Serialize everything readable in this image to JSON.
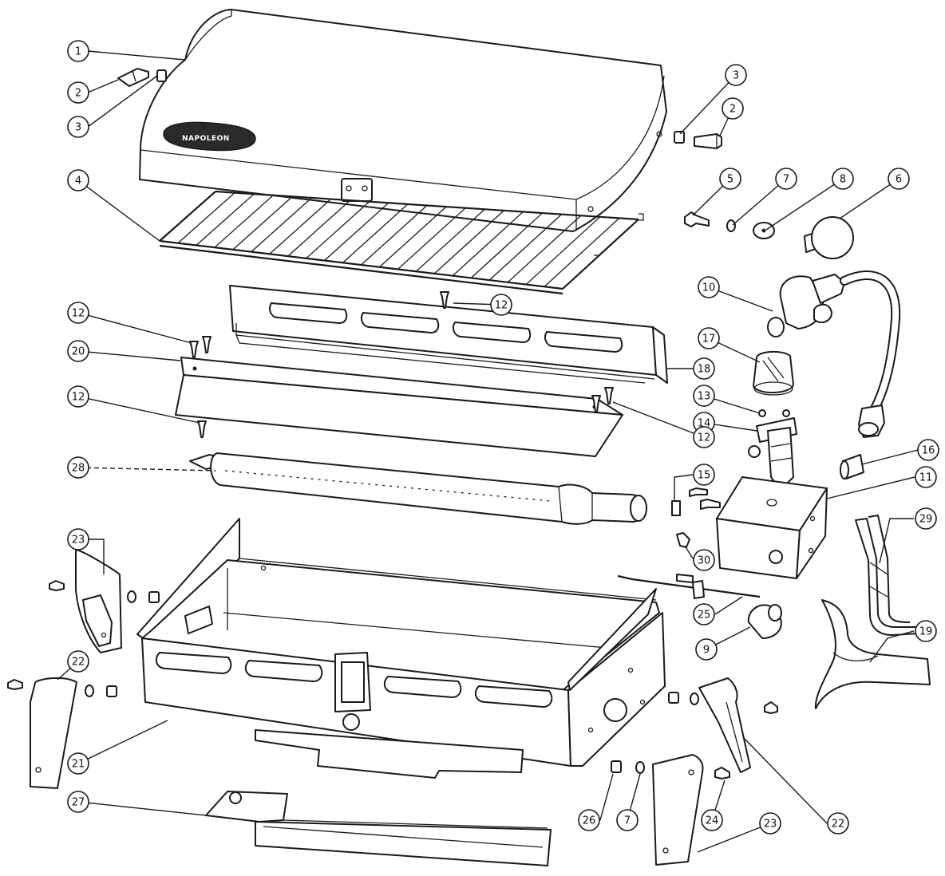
{
  "diagram": {
    "brand_logo": "NAPOLEON",
    "callouts": [
      {
        "id": "c1",
        "label": "1"
      },
      {
        "id": "c2a",
        "label": "2"
      },
      {
        "id": "c3a",
        "label": "3"
      },
      {
        "id": "c3b",
        "label": "3"
      },
      {
        "id": "c2b",
        "label": "2"
      },
      {
        "id": "c4",
        "label": "4"
      },
      {
        "id": "c5",
        "label": "5"
      },
      {
        "id": "c7a",
        "label": "7"
      },
      {
        "id": "c8",
        "label": "8"
      },
      {
        "id": "c6",
        "label": "6"
      },
      {
        "id": "c10",
        "label": "10"
      },
      {
        "id": "c12a",
        "label": "12"
      },
      {
        "id": "c12b",
        "label": "12"
      },
      {
        "id": "c17",
        "label": "17"
      },
      {
        "id": "c20",
        "label": "20"
      },
      {
        "id": "c18",
        "label": "18"
      },
      {
        "id": "c13",
        "label": "13"
      },
      {
        "id": "c12c",
        "label": "12"
      },
      {
        "id": "c14",
        "label": "14"
      },
      {
        "id": "c12d",
        "label": "12"
      },
      {
        "id": "c16",
        "label": "16"
      },
      {
        "id": "c28",
        "label": "28"
      },
      {
        "id": "c15",
        "label": "15"
      },
      {
        "id": "c11",
        "label": "11"
      },
      {
        "id": "c23a",
        "label": "23"
      },
      {
        "id": "c29",
        "label": "29"
      },
      {
        "id": "c30",
        "label": "30"
      },
      {
        "id": "c25",
        "label": "25"
      },
      {
        "id": "c19",
        "label": "19"
      },
      {
        "id": "c9",
        "label": "9"
      },
      {
        "id": "c22a",
        "label": "22"
      },
      {
        "id": "c21",
        "label": "21"
      },
      {
        "id": "c27",
        "label": "27"
      },
      {
        "id": "c26",
        "label": "26"
      },
      {
        "id": "c7b",
        "label": "7"
      },
      {
        "id": "c24",
        "label": "24"
      },
      {
        "id": "c23b",
        "label": "23"
      },
      {
        "id": "c22b",
        "label": "22"
      }
    ]
  }
}
